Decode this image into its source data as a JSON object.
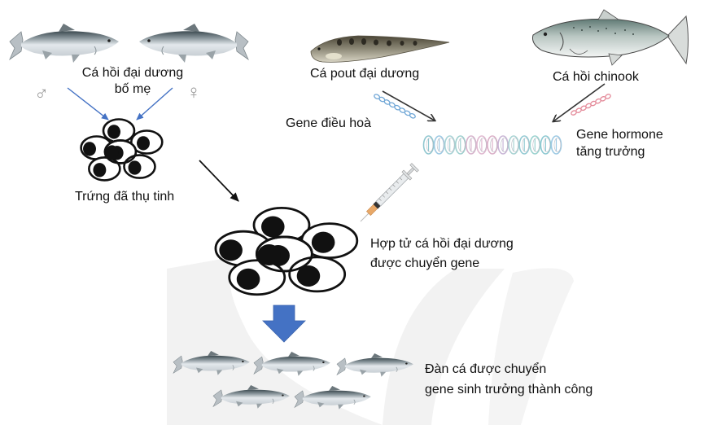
{
  "diagram": {
    "title": "Quy trình tạo cá hồi đại dương chuyển gene",
    "colors": {
      "flow_arrow_blue": "#4472C4",
      "line_arrow_dark": "#333333",
      "watermark_gray": "#f1f1f1",
      "symbol_gray": "#9a9a9a"
    },
    "nodes": {
      "parents": {
        "label_line1": "Cá hồi đại dương",
        "label_line2": "bố mẹ",
        "male_symbol": "♂",
        "female_symbol": "♀",
        "male_icon": "male-salmon",
        "female_icon": "female-salmon"
      },
      "fertilized_eggs": {
        "label": "Trứng đã thụ tinh",
        "egg_count": 7
      },
      "ocean_pout": {
        "label": "Cá pout đại dương"
      },
      "regulatory_gene": {
        "label": "Gene điều hoà",
        "color": "#6fa6d6"
      },
      "chinook": {
        "label": "Cá hồi chinook"
      },
      "growth_hormone_gene": {
        "label_line1": "Gene hormone",
        "label_line2": "tăng trưởng",
        "color": "#e48b9a"
      },
      "recombinant_dna": {
        "icon": "dna-helix"
      },
      "syringe": {
        "icon": "syringe"
      },
      "transgenic_zygote": {
        "label_line1": "Hợp tử cá hồi đại dương",
        "label_line2": "được chuyển gene",
        "egg_count": 7
      },
      "transgenic_school": {
        "label_line1": "Đàn cá được chuyển",
        "label_line2": "gene sinh trưởng thành công",
        "fish_count": 5
      }
    }
  }
}
